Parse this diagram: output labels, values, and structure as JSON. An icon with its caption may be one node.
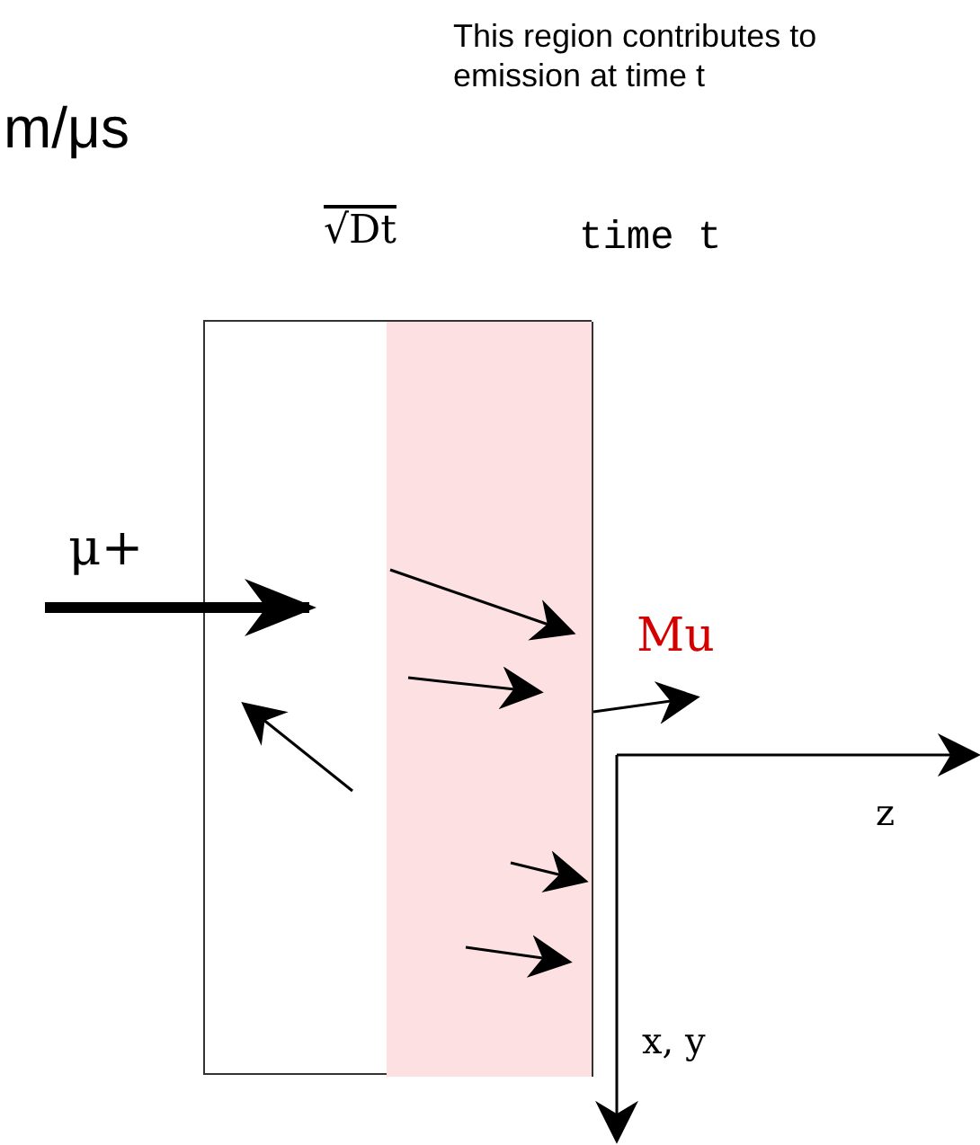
{
  "diagram": {
    "nodes": [
      {
        "text": [],
        "shape": "box"
      },
      {
        "text": [],
        "shape": "box",
        "in": 0
      }
    ],
    "edges": [
      {
        "from": null,
        "to": 0,
        "arrow": "to",
        "label": "μ+",
        "style": "thick"
      },
      {
        "from": 1,
        "to": null,
        "arrow": "to",
        "label": "Mu"
      }
    ],
    "labels": [
      "m/μs",
      "This region contributes to emission at time t",
      "√Dt",
      "time t",
      "z",
      "x, y"
    ]
  }
}
